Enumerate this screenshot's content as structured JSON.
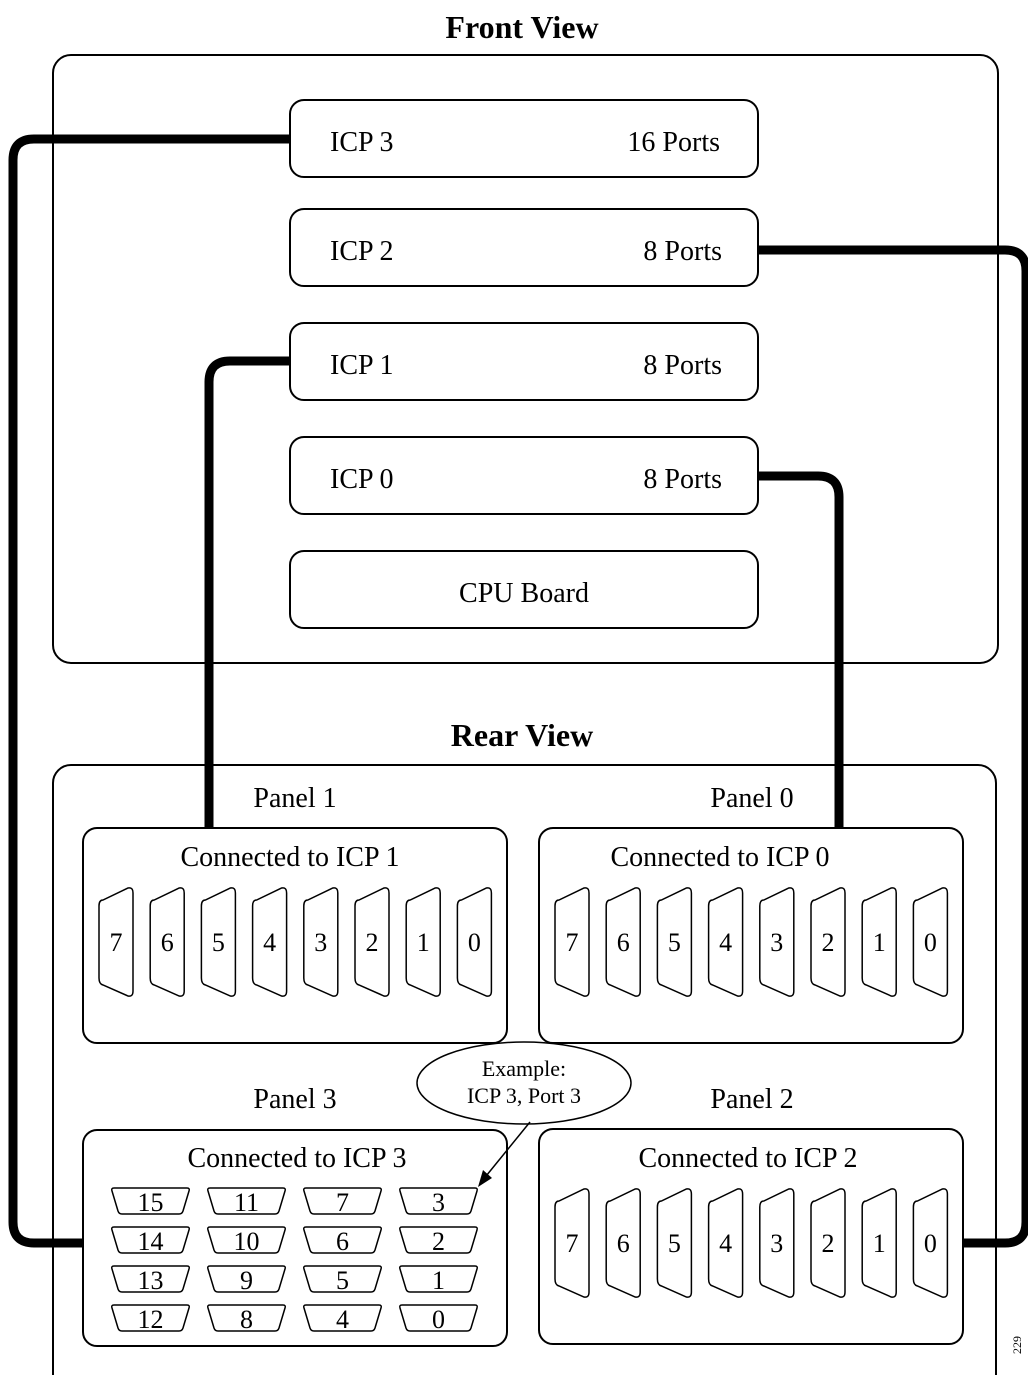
{
  "front_view": {
    "title": "Front View",
    "cards": [
      {
        "id": "icp3",
        "name": "ICP 3",
        "ports": "16 Ports"
      },
      {
        "id": "icp2",
        "name": "ICP 2",
        "ports": "8 Ports"
      },
      {
        "id": "icp1",
        "name": "ICP 1",
        "ports": "8 Ports"
      },
      {
        "id": "icp0",
        "name": "ICP 0",
        "ports": "8 Ports"
      },
      {
        "id": "cpu",
        "name": "CPU Board",
        "ports": ""
      }
    ]
  },
  "rear_view": {
    "title": "Rear View",
    "panels": [
      {
        "id": "panel1",
        "label": "Panel 1",
        "connected": "Connected to ICP 1",
        "ports": [
          "7",
          "6",
          "5",
          "4",
          "3",
          "2",
          "1",
          "0"
        ]
      },
      {
        "id": "panel0",
        "label": "Panel 0",
        "connected": "Connected to ICP 0",
        "ports": [
          "7",
          "6",
          "5",
          "4",
          "3",
          "2",
          "1",
          "0"
        ]
      },
      {
        "id": "panel3",
        "label": "Panel 3",
        "connected": "Connected to ICP 3",
        "ports": [
          "15",
          "11",
          "7",
          "3",
          "14",
          "10",
          "6",
          "2",
          "13",
          "9",
          "5",
          "1",
          "12",
          "8",
          "4",
          "0"
        ]
      },
      {
        "id": "panel2",
        "label": "Panel 2",
        "connected": "Connected to ICP 2",
        "ports": [
          "7",
          "6",
          "5",
          "4",
          "3",
          "2",
          "1",
          "0"
        ]
      }
    ]
  },
  "callout": {
    "line1": "Example:",
    "line2": "ICP 3, Port 3"
  },
  "figure_id": "229",
  "colors": {
    "stroke": "#000000",
    "background": "#ffffff"
  }
}
